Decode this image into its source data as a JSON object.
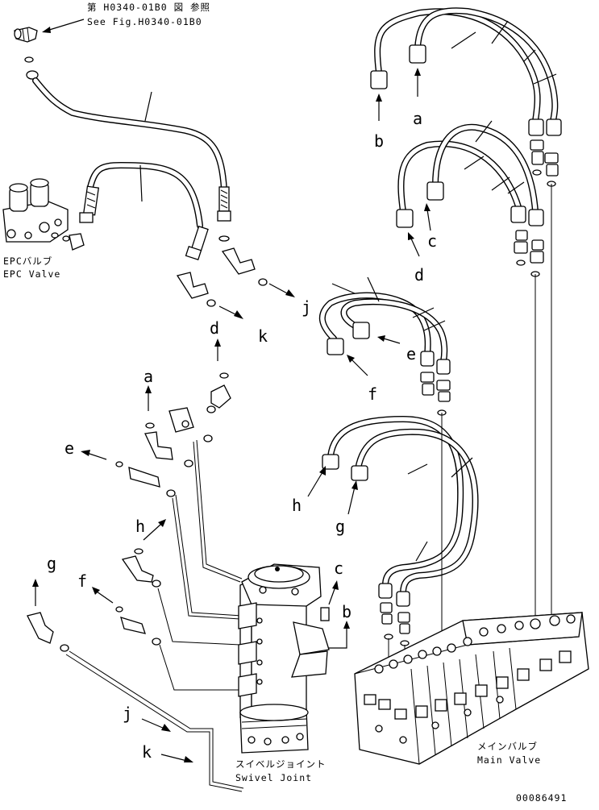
{
  "references": {
    "see_fig_jp": "第 H0340-01B0 図 参照",
    "see_fig_en": "See Fig.H0340-01B0"
  },
  "components": {
    "epc_valve_jp": "EPCバルブ",
    "epc_valve_en": "EPC Valve",
    "main_valve_jp": "メインバルブ",
    "main_valve_en": "Main Valve",
    "swivel_joint_jp": "スイベルジョイント",
    "swivel_joint_en": "Swivel Joint"
  },
  "connection_labels": {
    "a1": "a",
    "b1": "b",
    "c1": "c",
    "d1": "d",
    "e1": "e",
    "f1": "f",
    "j1": "j",
    "d2": "d",
    "k1": "k",
    "a2": "a",
    "e2": "e",
    "h1": "h",
    "g1": "g",
    "h2": "h",
    "f2": "f",
    "g2": "g",
    "c2": "c",
    "b2": "b",
    "j2": "j",
    "k2": "k"
  },
  "drawing_number": "00086491",
  "colors": {
    "line": "#000000",
    "background": "#ffffff"
  }
}
